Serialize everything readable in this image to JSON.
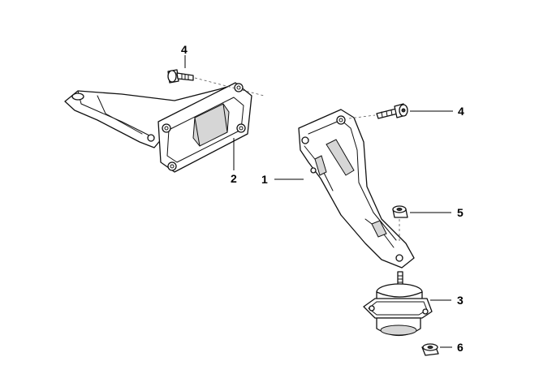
{
  "callouts": [
    {
      "id": "callout-4-top",
      "label": "4"
    },
    {
      "id": "callout-2",
      "label": "2"
    },
    {
      "id": "callout-1",
      "label": "1"
    },
    {
      "id": "callout-4-right",
      "label": "4"
    },
    {
      "id": "callout-5",
      "label": "5"
    },
    {
      "id": "callout-3",
      "label": "3"
    },
    {
      "id": "callout-6",
      "label": "6"
    }
  ]
}
